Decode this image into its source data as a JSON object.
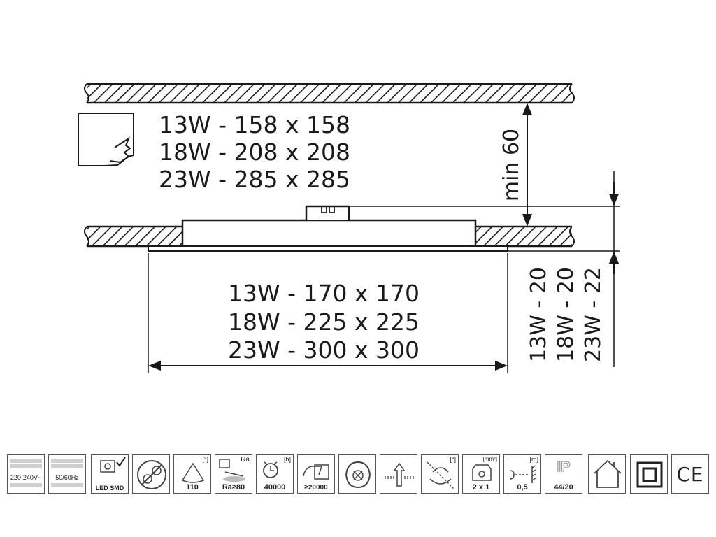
{
  "cutout_sizes": [
    "13W - 158 x 158",
    "18W - 208 x 208",
    "23W - 285 x 285"
  ],
  "panel_sizes": [
    "13W - 170 x 170",
    "18W - 225 x 225",
    "23W - 300 x 300"
  ],
  "clearance_label": "min 60",
  "depth_labels": [
    "13W - 20",
    "18W - 20",
    "23W - 22"
  ],
  "icons": {
    "voltage": "220-240V~",
    "frequency": "50/60Hz",
    "led": "LED SMD",
    "beam_angle": "110",
    "beam_unit": "[°]",
    "cri_symbol": "Ra",
    "cri": "Ra≥80",
    "lifetime_unit": "[h]",
    "lifetime": "40000",
    "switching": "≥20000",
    "rotation_unit": "[°]",
    "wire_unit": "[mm²]",
    "wire": "2 x 1",
    "distance_unit": "[m]",
    "distance": "0,5",
    "ip_symbol": "IP",
    "ip": "44/20",
    "ce": "CE"
  }
}
